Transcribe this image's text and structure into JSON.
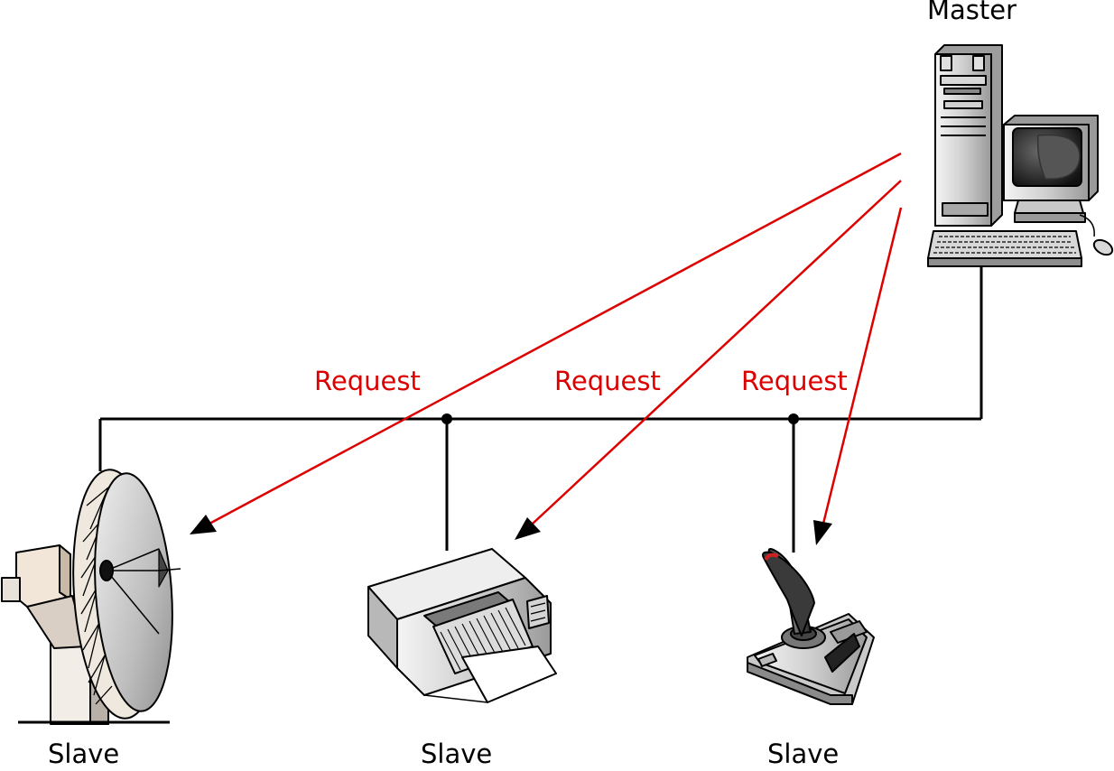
{
  "diagram": {
    "master": {
      "label": "Master",
      "icon": "desktop-computer-icon"
    },
    "slaves": [
      {
        "label": "Slave",
        "icon": "satellite-dish-icon"
      },
      {
        "label": "Slave",
        "icon": "printer-icon"
      },
      {
        "label": "Slave",
        "icon": "joystick-icon"
      }
    ],
    "requests": [
      {
        "label": "Request"
      },
      {
        "label": "Request"
      },
      {
        "label": "Request"
      }
    ],
    "colors": {
      "request": "#dd0000",
      "bus": "#000000"
    }
  }
}
